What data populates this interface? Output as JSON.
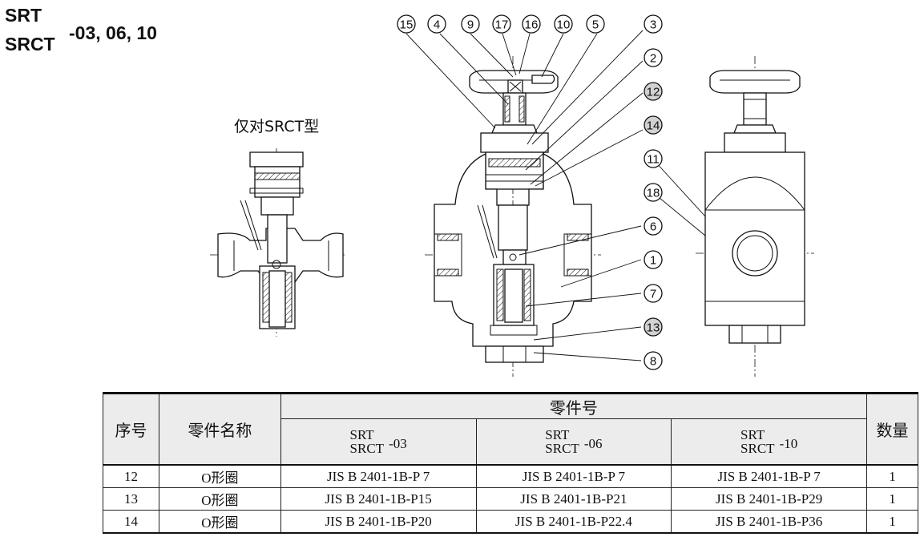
{
  "title": {
    "line1": "SRT",
    "line2": "SRCT",
    "suffix": "-03, 06, 10"
  },
  "section_label": "仅对SRCT型",
  "callouts": [
    {
      "id": "c15",
      "label": "15",
      "shaded": false
    },
    {
      "id": "c4",
      "label": "4",
      "shaded": false
    },
    {
      "id": "c9",
      "label": "9",
      "shaded": false
    },
    {
      "id": "c17",
      "label": "17",
      "shaded": false
    },
    {
      "id": "c16",
      "label": "16",
      "shaded": false
    },
    {
      "id": "c10",
      "label": "10",
      "shaded": false
    },
    {
      "id": "c5",
      "label": "5",
      "shaded": false
    },
    {
      "id": "c3",
      "label": "3",
      "shaded": false
    },
    {
      "id": "c2",
      "label": "2",
      "shaded": false
    },
    {
      "id": "c12",
      "label": "12",
      "shaded": true
    },
    {
      "id": "c14",
      "label": "14",
      "shaded": true
    },
    {
      "id": "c11",
      "label": "11",
      "shaded": false
    },
    {
      "id": "c18",
      "label": "18",
      "shaded": false
    },
    {
      "id": "c6",
      "label": "6",
      "shaded": false
    },
    {
      "id": "c1",
      "label": "1",
      "shaded": false
    },
    {
      "id": "c7",
      "label": "7",
      "shaded": false
    },
    {
      "id": "c13",
      "label": "13",
      "shaded": true
    },
    {
      "id": "c8",
      "label": "8",
      "shaded": false
    }
  ],
  "table": {
    "headers": {
      "no": "序号",
      "name": "零件名称",
      "part_no": "零件号",
      "qty": "数量",
      "models": [
        {
          "line1": "SRT",
          "line2": "SRCT",
          "suffix": "-03"
        },
        {
          "line1": "SRT",
          "line2": "SRCT",
          "suffix": "-06"
        },
        {
          "line1": "SRT",
          "line2": "SRCT",
          "suffix": "-10"
        }
      ]
    },
    "rows": [
      {
        "no": "12",
        "name": "O形圈",
        "p03": "JIS B 2401-1B-P 7",
        "p06": "JIS B 2401-1B-P 7",
        "p10": "JIS B 2401-1B-P 7",
        "qty": "1"
      },
      {
        "no": "13",
        "name": "O形圈",
        "p03": "JIS B 2401-1B-P15",
        "p06": "JIS B 2401-1B-P21",
        "p10": "JIS B 2401-1B-P29",
        "qty": "1"
      },
      {
        "no": "14",
        "name": "O形圈",
        "p03": "JIS B 2401-1B-P20",
        "p06": "JIS B 2401-1B-P22.4",
        "p10": "JIS B 2401-1B-P36",
        "qty": "1"
      }
    ]
  }
}
